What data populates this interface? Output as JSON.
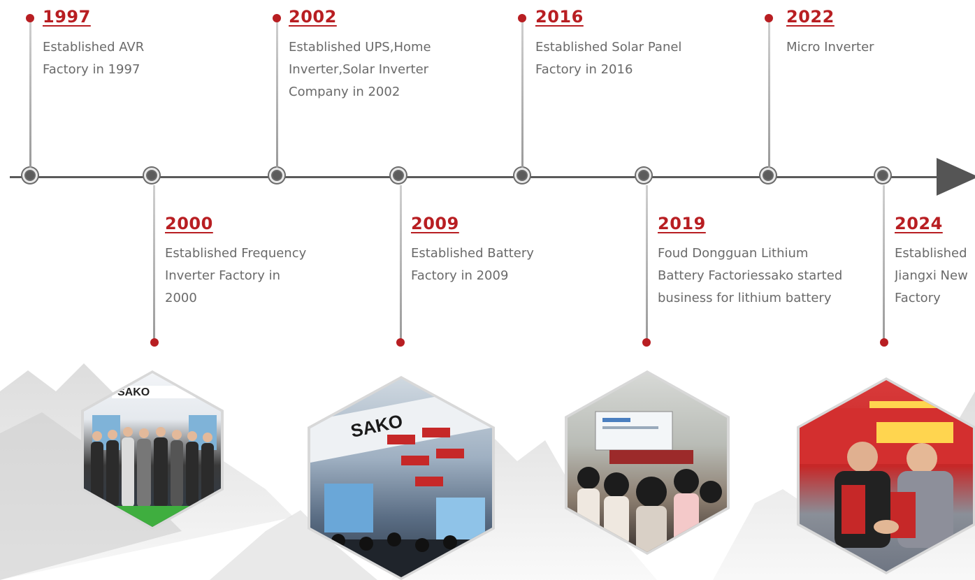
{
  "timeline": {
    "events_top": [
      {
        "year": "1997",
        "description": "Established AVR\nFactory in 1997"
      },
      {
        "year": "2002",
        "description": "Established UPS,Home\nInverter,Solar Inverter\nCompany in 2002"
      },
      {
        "year": "2016",
        "description": "Established Solar Panel\nFactory in 2016"
      },
      {
        "year": "2022",
        "description": "Micro Inverter"
      }
    ],
    "events_bottom": [
      {
        "year": "2000",
        "description": "Established Frequency\nInverter Factory in\n2000"
      },
      {
        "year": "2009",
        "description": "Established Battery\nFactory in 2009"
      },
      {
        "year": "2019",
        "description": "Foud Dongguan Lithium\nBattery Factoriessako started\nbusiness for lithium battery"
      },
      {
        "year": "2024",
        "description": "Established\nJiangxi New\nFactory"
      }
    ]
  },
  "photos": [
    {
      "subject": "team-photo-at-booth",
      "sign_text": "SAKO"
    },
    {
      "subject": "exhibition-hall",
      "sign_text": "SAKO"
    },
    {
      "subject": "training-meeting-room",
      "sign_text": ""
    },
    {
      "subject": "signing-ceremony",
      "sign_text": ""
    }
  ],
  "colors": {
    "accent": "#b81e22",
    "axis": "#5a5a5a",
    "text": "#6a6a6a"
  }
}
